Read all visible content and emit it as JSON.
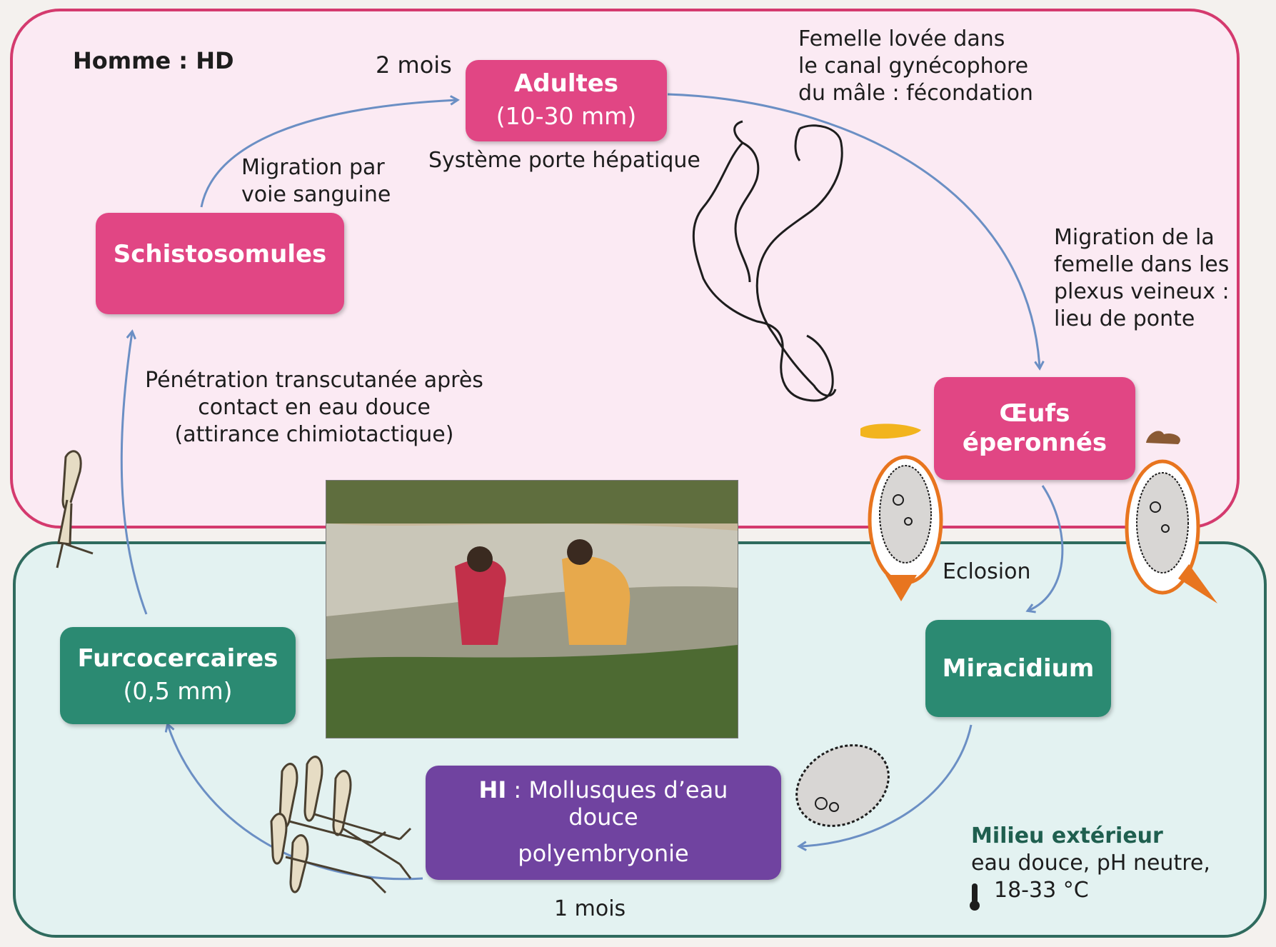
{
  "panels": {
    "host_label": "Homme : HD",
    "environment": {
      "title": "Milieu extérieur",
      "line1": "eau douce, pH neutre,",
      "line2": "18-33 °C"
    }
  },
  "stages": {
    "adultes": {
      "title": "Adultes",
      "size": "(10-30 mm)"
    },
    "schistosomules": {
      "title": "Schistosomules"
    },
    "oeufs": {
      "line1": "Œufs",
      "line2": "éperonnés"
    },
    "miracidium": {
      "title": "Miracidium"
    },
    "furcocercaires": {
      "title": "Furcocercaires",
      "size": "(0,5 mm)"
    },
    "hote_intermediaire": {
      "prefix": "HI",
      "text": " : Mollusques d’eau douce",
      "sub": "polyembryonie"
    }
  },
  "annotations": {
    "deux_mois": "2 mois",
    "systeme_porte": "Système porte hépatique",
    "femelle_lovee": [
      "Femelle lovée dans",
      "le canal gynécophore",
      "du mâle : fécondation"
    ],
    "migration_sanguine": [
      "Migration par",
      "voie sanguine"
    ],
    "migration_femelle": [
      "Migration de la",
      "femelle dans les",
      "plexus veineux :",
      "lieu de ponte"
    ],
    "penetration": [
      "Pénétration transcutanée après",
      "contact en eau douce",
      "(attirance chimiotactique)"
    ],
    "eclosion": "Eclosion",
    "un_mois": "1 mois"
  },
  "colors": {
    "host_panel_border": "#d43a6e",
    "host_panel_fill": "#fbeaf3",
    "env_panel_border": "#2f6b5e",
    "env_panel_fill": "#e3f2f1",
    "pink_box": "#e14684",
    "green_box": "#2b8a72",
    "purple_box": "#7043a0",
    "arrow": "#6b8fc4",
    "egg_outline": "#e8751f"
  },
  "icons": {
    "thermometer": "thermometer-icon",
    "worm_pair": "adult-worm-pair-icon",
    "egg": "spurred-egg-icon",
    "cercaria": "cercaria-icon",
    "snail": "snail-icon"
  }
}
